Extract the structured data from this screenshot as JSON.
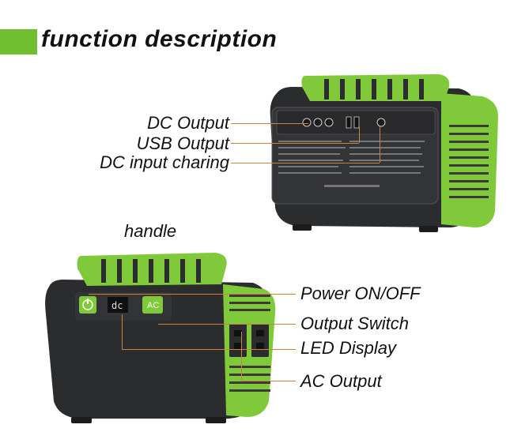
{
  "header": {
    "title": "function description"
  },
  "labels": {
    "dc_output": "DC Output",
    "usb_output": "USB Output",
    "dc_input": "DC input charing",
    "handle": "handle",
    "power": "Power ON/OFF",
    "output_switch": "Output Switch",
    "led_display": "LED Display",
    "ac_output": "AC  Output"
  },
  "panel": {
    "ac_button": "AC",
    "display_digits": "dc"
  },
  "colors": {
    "accent": "#6fbe2f",
    "body": "#2b2c2e",
    "lead": "#c8843a"
  }
}
